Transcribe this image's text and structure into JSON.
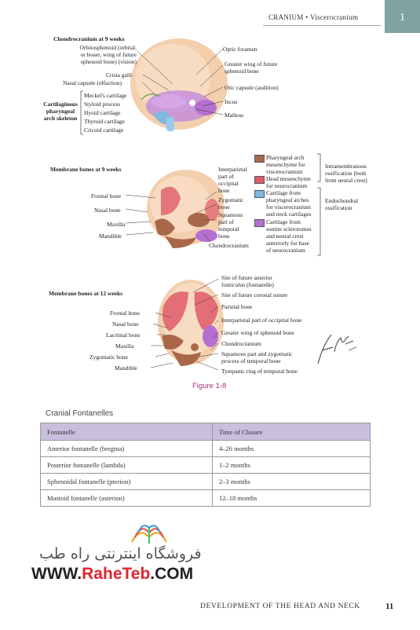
{
  "header": {
    "running_title": "CRANIUM • Viscerocranium",
    "chapter_number": "1"
  },
  "figure_top": {
    "title": "Chondrocranium at 9 weeks",
    "left_labels": [
      "Orbitosphenoid (orbital,",
      "or lesser, wing of future",
      "sphenoid bone) (vision)",
      "Crista galli",
      "Nasal capsule (olfaction)"
    ],
    "group_label": [
      "Cartilaginous",
      "pharyngeal",
      "arch skeleton"
    ],
    "group_items": [
      "Meckel's cartilage",
      "Styloid process",
      "Hyoid cartilage",
      "Thyroid cartilage",
      "Cricoid cartilage"
    ],
    "right_labels": [
      "Optic foramen",
      "Greater wing of future",
      "sphenoid bone",
      "Otic capsule (audition)",
      "Incus",
      "Malleus"
    ]
  },
  "figure_mid": {
    "title": "Membrane bones at 9 weeks",
    "left_labels": [
      "Frontal bone",
      "Nasal bone",
      "Maxilla",
      "Mandible"
    ],
    "right_labels": [
      "Interparietal",
      "part of",
      "occipital",
      "bone",
      "Zygomatic",
      "bone",
      "Squamous",
      "part of",
      "temporal",
      "bone",
      "Chondrocranium"
    ]
  },
  "legend": {
    "items": [
      {
        "color": "#a9674a",
        "text": [
          "Pharyngeal arch",
          "mesenchyme for",
          "viscerocranium"
        ]
      },
      {
        "color": "#e05a6a",
        "text": [
          "Head mesenchyme",
          "for neurocranium"
        ]
      },
      {
        "color": "#7fb8e0",
        "text": [
          "Cartilage from",
          "pharyngeal arches",
          "for viscerocranium",
          "and neck cartilages"
        ]
      },
      {
        "color": "#b46fd0",
        "text": [
          "Cartilage from",
          "somite sclerotomes",
          "and neural crest",
          "anteriorly for base",
          "of neurocranium"
        ]
      }
    ],
    "brace_1": [
      "Intramembranous",
      "ossification (both",
      "from neural crest)"
    ],
    "brace_2": [
      "Endochondral",
      "ossification"
    ]
  },
  "figure_bottom": {
    "title": "Membrane bones at 12 weeks",
    "left_labels": [
      "Frontal bone",
      "Nasal bone",
      "Lacrimal bone",
      "Maxilla",
      "Zygomatic bone",
      "Mandible"
    ],
    "right_labels": [
      "Site of future anterior",
      "fonticulus (fontanelle)",
      "Site of future coronal suture",
      "Parietal bone",
      "Interparietal part of occipital bone",
      "Greater wing of sphenoid bone",
      "Chondrocranium",
      "Squamous part and zygomatic",
      "process of temporal bone",
      "Tympanic ring of temporal bone"
    ]
  },
  "signature": "F. Netter M.D.",
  "figure_caption": "Figure 1-8",
  "table": {
    "title": "Cranial Fontanelles",
    "headers": [
      "Fontanelle",
      "Time of Closure"
    ],
    "rows": [
      [
        "Anterior fontanelle (bregma)",
        "4–26 months"
      ],
      [
        "Posterior fontanelle (lambda)",
        "1–2 months"
      ],
      [
        "Sphenoidal fontanelle (pterion)",
        "2–3 months"
      ],
      [
        "Mastoid fontanelle (asterion)",
        "12–18 months"
      ]
    ]
  },
  "watermark": {
    "persian": "فروشگاه اینترنتی راه طب",
    "url_prefix": "WWW.",
    "url_accent": "RaheTeb",
    "url_suffix": ".COM"
  },
  "footer": {
    "title": "DEVELOPMENT OF THE HEAD AND NECK",
    "page": "11"
  }
}
